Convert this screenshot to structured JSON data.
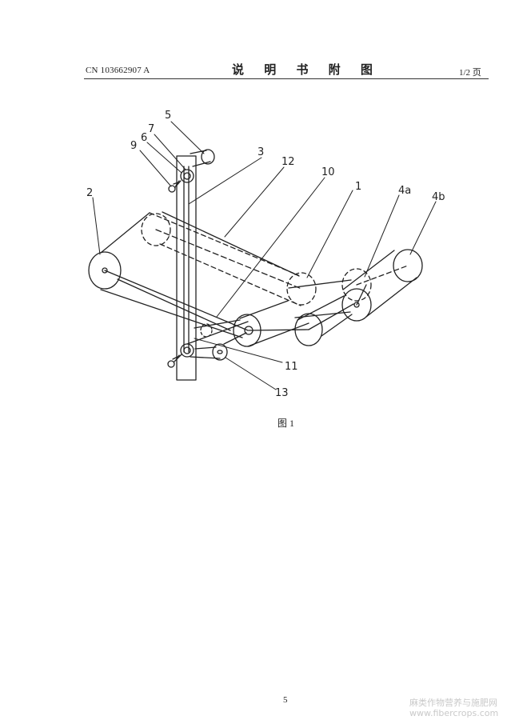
{
  "header": {
    "publication_number": "CN 103662907 A",
    "title": "说 明 书 附 图",
    "page_indicator": "1/2 页"
  },
  "figure": {
    "caption": "图 1",
    "labels": [
      "5",
      "7",
      "6",
      "9",
      "3",
      "12",
      "10",
      "1",
      "4a",
      "4b",
      "2",
      "11",
      "13"
    ]
  },
  "footer": {
    "page_number": "5",
    "watermark": "麻类作物营养与施肥网 www.fibercrops.com"
  },
  "colors": {
    "ink": "#222222",
    "background": "#ffffff",
    "watermark": "#c9c9c9"
  }
}
